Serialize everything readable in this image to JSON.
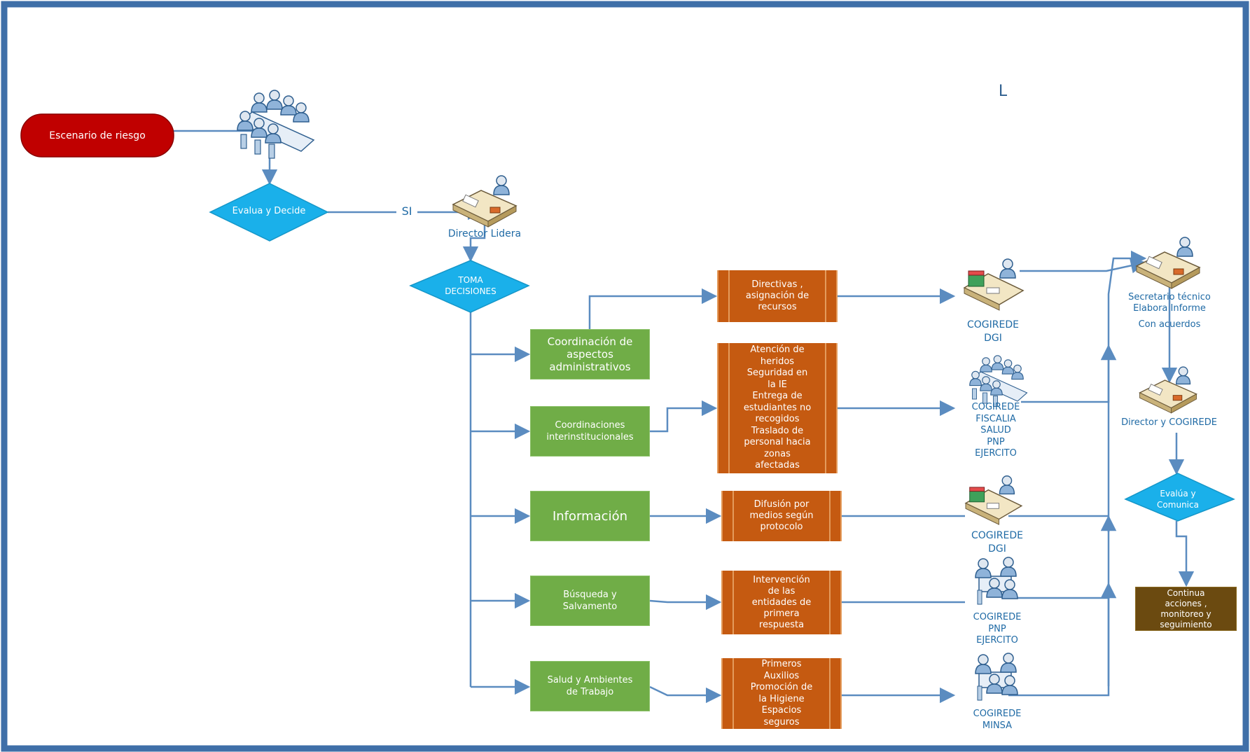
{
  "start": "Escenario de riesgo",
  "decision1": "Evalua y Decide",
  "edge_si": "SI",
  "director_lidera": "Director Lidera",
  "toma_decisiones": "TOMA\nDECISIONES",
  "stray_letter": "L",
  "areas": [
    "Coordinación de\naspectos\nadministrativos",
    "Coordinaciones\ninterinstitucionales",
    "Información",
    "Búsqueda y\nSalvamento",
    "Salud y Ambientes\nde Trabajo"
  ],
  "actions": [
    "Directivas ,\nasignación de\nrecursos",
    "Atención de\nheridos\nSeguridad en\nla IE\nEntrega de\nestudiantes no\nrecogidos\nTraslado de\npersonal hacia\nzonas\nafectadas",
    "Difusión por\nmedios según\nprotocolo",
    "Intervención\nde las\nentidades de\nprimera\nrespuesta",
    "Primeros\nAuxilios\nPromoción de\nla Higiene\nEspacios\nseguros"
  ],
  "actors": [
    "COGIREDE\nDGI",
    "COGIREDE\nFISCALIA\nSALUD\nPNP\nEJERCITO",
    "COGIREDE\nDGI",
    "COGIREDE\nPNP\nEJERCITO",
    "COGIREDE\nMINSA"
  ],
  "secretario": "Secretario técnico\nElabora Informe",
  "con_acuerdos": "Con acuerdos",
  "director_cogirede": "Director y COGIREDE",
  "evalua_comunica": "Evalúa y\nComunica",
  "continua": "Continua\nacciones ,\nmonitoreo y\nseguimiento",
  "colors": {
    "frame": "#3f6fa8",
    "start_fill": "#c00000",
    "diamond_fill": "#1ab0ea",
    "green_fill": "#70ad47",
    "orange_fill": "#c55a11",
    "brown_fill": "#6b4a10",
    "connector": "#5b8cc0",
    "label_text": "#1f6aa5"
  },
  "icons": [
    "meeting-icon",
    "desk-person-icon",
    "office-worker-icon",
    "group-meeting-icon",
    "team-icon"
  ]
}
